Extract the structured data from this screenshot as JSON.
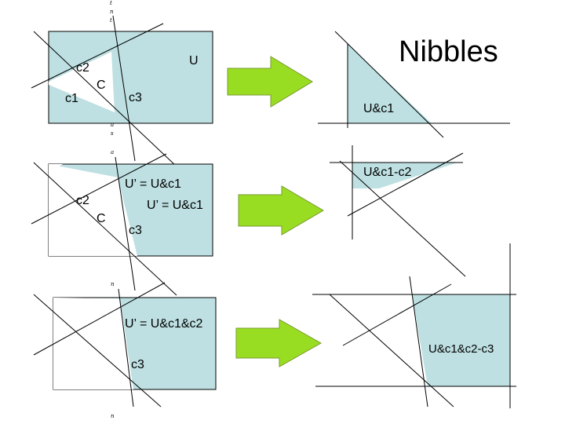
{
  "title": "Nibbles",
  "colors": {
    "region_fill": "#bee0e2",
    "line": "#000000",
    "arrow_fill": "#99dd22",
    "arrow_stroke": "#7a9a30",
    "background": "#ffffff"
  },
  "rows": [
    {
      "left_labels": {
        "c2": "c2",
        "c": "C",
        "c1": "c1",
        "c3": "c3",
        "u": "U"
      },
      "result_label": "U&c1"
    },
    {
      "left_labels": {
        "u_prime_a": "U’ = U&c1",
        "u_prime_b": "U’ = U&c1",
        "c2": "c2",
        "c": "C",
        "c3": "c3"
      },
      "result_label": "U&c1-c2"
    },
    {
      "left_labels": {
        "u_prime": "U’ = U&c1&c2",
        "c3": "c3"
      },
      "result_label": "U&c1&c2-c3"
    }
  ],
  "stray_glyphs": {
    "top": [
      "t",
      "n",
      "t"
    ],
    "mid": [
      "a",
      "s",
      "a"
    ],
    "n1": "n",
    "n2": "n"
  }
}
